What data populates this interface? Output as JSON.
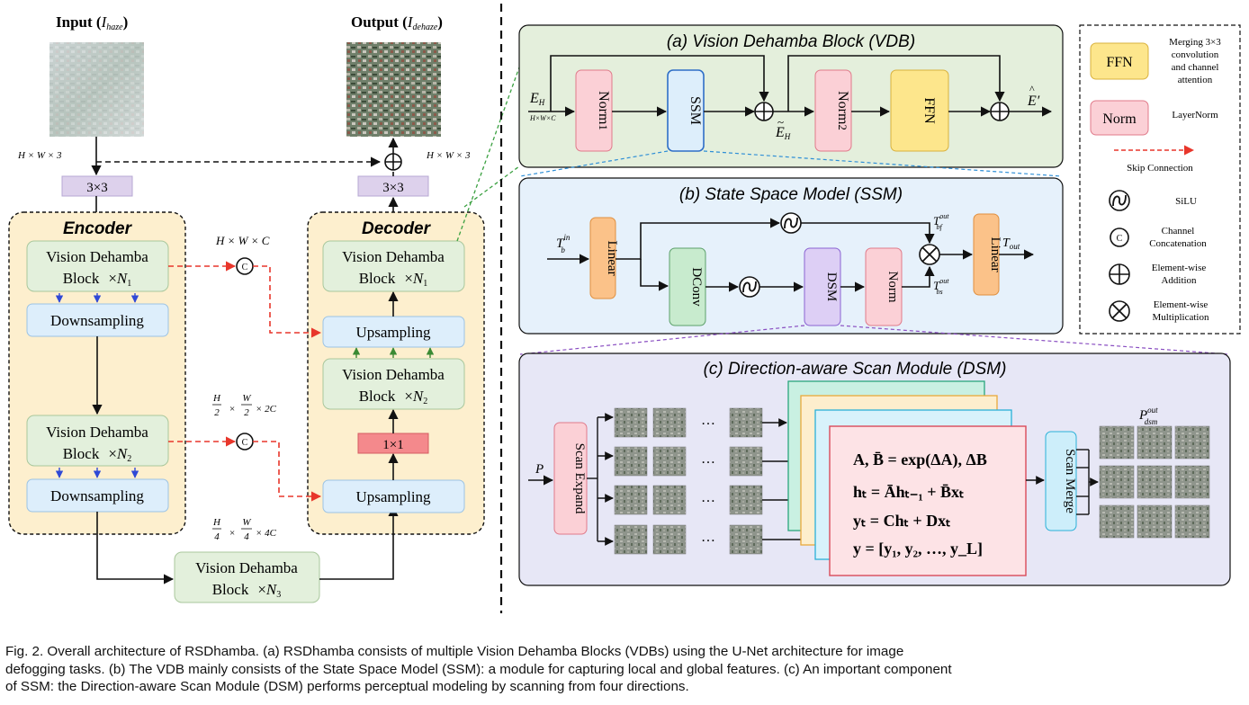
{
  "left": {
    "input_label": "Input (",
    "input_sym": "I",
    "input_sub": "haze",
    "output_label": "Output (",
    "output_sym": "I",
    "output_sub": "dehaze",
    "close_paren": ")",
    "dim_in": "H × W × 3",
    "dim_out": "H × W × 3",
    "conv_in": "3×3",
    "conv_out": "3×3",
    "encoder_title": "Encoder",
    "decoder_title": "Decoder",
    "vdb_line1": "Vision Dehamba",
    "vdb_block": "Block",
    "vdb_times": "×",
    "n_sym": "N",
    "n1": "1",
    "n2": "2",
    "n3": "3",
    "downsampling": "Downsampling",
    "upsampling": "Upsampling",
    "conv1x1": "1×1",
    "skip1_dim": "H × W × C",
    "skip2_dim_tail": "× 2C",
    "skip3_dim_tail": "× 4C",
    "frac_h2": [
      "H",
      "2"
    ],
    "frac_w2": [
      "W",
      "2"
    ],
    "frac_h4": [
      "H",
      "4"
    ],
    "frac_w4": [
      "W",
      "4"
    ],
    "concat_glyph": "C"
  },
  "panel_a": {
    "title": "(a) Vision Dehamba Block (VDB)",
    "eh_sym": "E",
    "eh_sub": "H",
    "eh_dim": "H×W×C",
    "norm1_a": "Norm",
    "norm1_b": "1",
    "ssm": "SSM",
    "norm2_a": "Norm",
    "norm2_b": "2",
    "ffn": "FFN",
    "mid_sym": "E",
    "mid_sub": "H",
    "out_sym": "E",
    "out_prime": "′",
    "hat": "^",
    "tilde": "~"
  },
  "panel_b": {
    "title": "(b) State Space Model (SSM)",
    "tin_sym": "T",
    "tin_sup": "in",
    "tin_sub": "b",
    "linear": "Linear",
    "dconv": "DConv",
    "dsm": "DSM",
    "norm": "Norm",
    "tbf_sym": "T",
    "tbf_sup": "out",
    "tbf_sub": "bf",
    "tbs_sym": "T",
    "tbs_sup": "out",
    "tbs_sub": "bs",
    "tout_sym": "T",
    "tout_sub": "out"
  },
  "panel_c": {
    "title": "(c) Direction-aware Scan Module (DSM)",
    "p": "P",
    "scan_expand": "Scan Expand",
    "scan_merge": "Scan Merge",
    "ellipsis": "…",
    "eq1": "A, B̄ = exp(ΔA), ΔB",
    "eq2": "hₜ = Āhₜ₋₁ + B̄xₜ",
    "eq3": "yₜ = Chₜ + Dxₜ",
    "eq4": "y = [y₁, y₂, …, y_L]",
    "pdsm_sym": "P",
    "pdsm_sup": "out",
    "pdsm_sub": "dsm"
  },
  "legend": {
    "ffn_box": "FFN",
    "ffn_desc": [
      "Merging 3×3",
      "convolution",
      "and channel",
      "attention"
    ],
    "norm_box": "Norm",
    "norm_desc": "LayerNorm",
    "skip_desc": "Skip Connection",
    "silu_desc": "SiLU",
    "concat_glyph": "C",
    "concat_desc": [
      "Channel",
      "Concatenation"
    ],
    "add_desc": [
      "Element-wise",
      "Addition"
    ],
    "mul_desc": [
      "Element-wise",
      "Multiplication"
    ]
  },
  "caption": [
    "Fig. 2.  Overall architecture of RSDhamba. (a) RSDhamba consists of multiple Vision Dehamba Blocks (VDBs) using the U-Net architecture for image",
    "defogging tasks. (b) The VDB mainly consists of the State Space Model (SSM): a module for capturing local and global features. (c) An important component",
    "of SSM: the Direction-aware Scan Module (DSM) performs perceptual modeling by scanning from four directions."
  ],
  "colors": {
    "encoder_fill": "#fdefce",
    "vdb_fill": "#e3f0dc",
    "sampling_fill": "#ddeefb",
    "conv_fill": "#ddd1ec",
    "conv1x1_fill": "#f4898c",
    "panel_a_fill": "#e4efdc",
    "panel_b_fill": "#e6f1fb",
    "panel_c_fill": "#e7e7f6",
    "ffn_fill": "#fde68c",
    "norm_fill": "#fbd0d6",
    "linear_fill": "#fbc289",
    "dconv_fill": "#c8ebce",
    "dsm_fill": "#ddcff5",
    "skip_red": "#e8362b"
  }
}
